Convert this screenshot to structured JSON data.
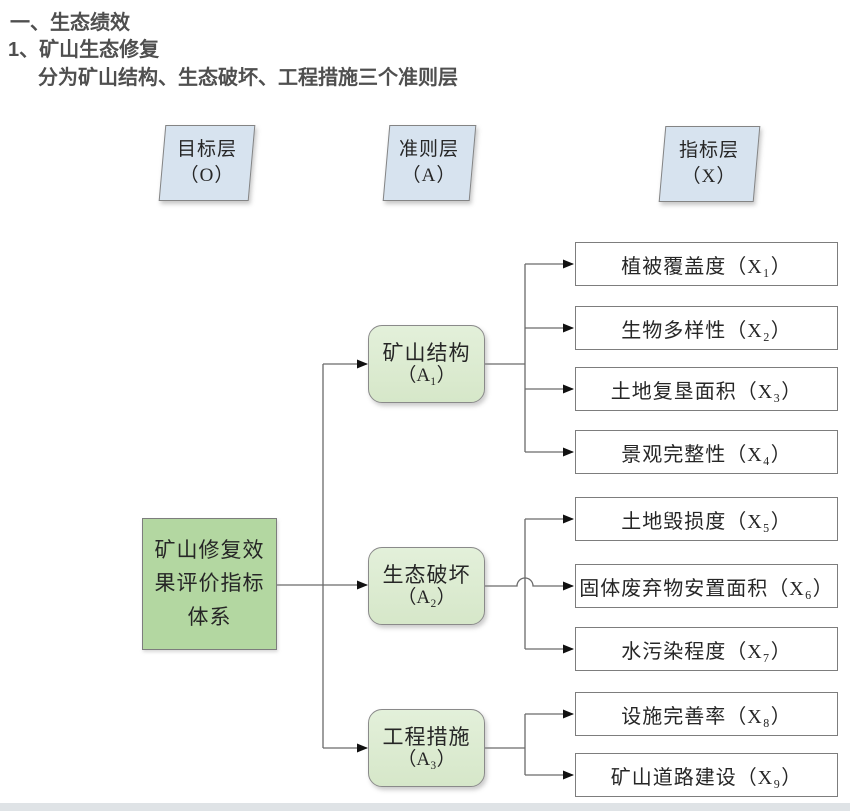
{
  "headings": {
    "h1": "一、生态绩效",
    "h2": "1、矿山生态修复",
    "h3": "分为矿山结构、生态破坏、工程措施三个准则层"
  },
  "layers": [
    {
      "label": "目标层",
      "code": "（O）"
    },
    {
      "label": "准则层",
      "code": "（A）"
    },
    {
      "label": "指标层",
      "code": "（X）"
    }
  ],
  "goal": {
    "label": "矿山修复效果评价指标体系"
  },
  "criteria": [
    {
      "label": "矿山结构",
      "code": "（A₁）"
    },
    {
      "label": "生态破坏",
      "code": "（A₂）"
    },
    {
      "label": "工程措施",
      "code": "（A₃）"
    }
  ],
  "indicators": [
    {
      "label": "植被覆盖度（X₁）",
      "parent": "A₁"
    },
    {
      "label": "生物多样性（X₂）",
      "parent": "A₁"
    },
    {
      "label": "土地复垦面积（X₃）",
      "parent": "A₁"
    },
    {
      "label": "景观完整性（X₄）",
      "parent": "A₁"
    },
    {
      "label": "土地毁损度（X₅）",
      "parent": "A₂"
    },
    {
      "label": "固体废弃物安置面积（X₆）",
      "parent": "A₂"
    },
    {
      "label": "水污染程度（X₇）",
      "parent": "A₂"
    },
    {
      "label": "设施完善率（X₈）",
      "parent": "A₃"
    },
    {
      "label": "矿山道路建设（X₉）",
      "parent": "A₃"
    }
  ],
  "colors": {
    "goal_fill": "#b3d7a1",
    "criteria_fill": "#dcead2",
    "layer_header_fill": "#d7e3ef",
    "indicator_fill": "#ffffff",
    "border": "#7d7d7d",
    "line": "#6a6a6a",
    "arrow": "#111111",
    "heading_text": "#4f4f4f"
  }
}
